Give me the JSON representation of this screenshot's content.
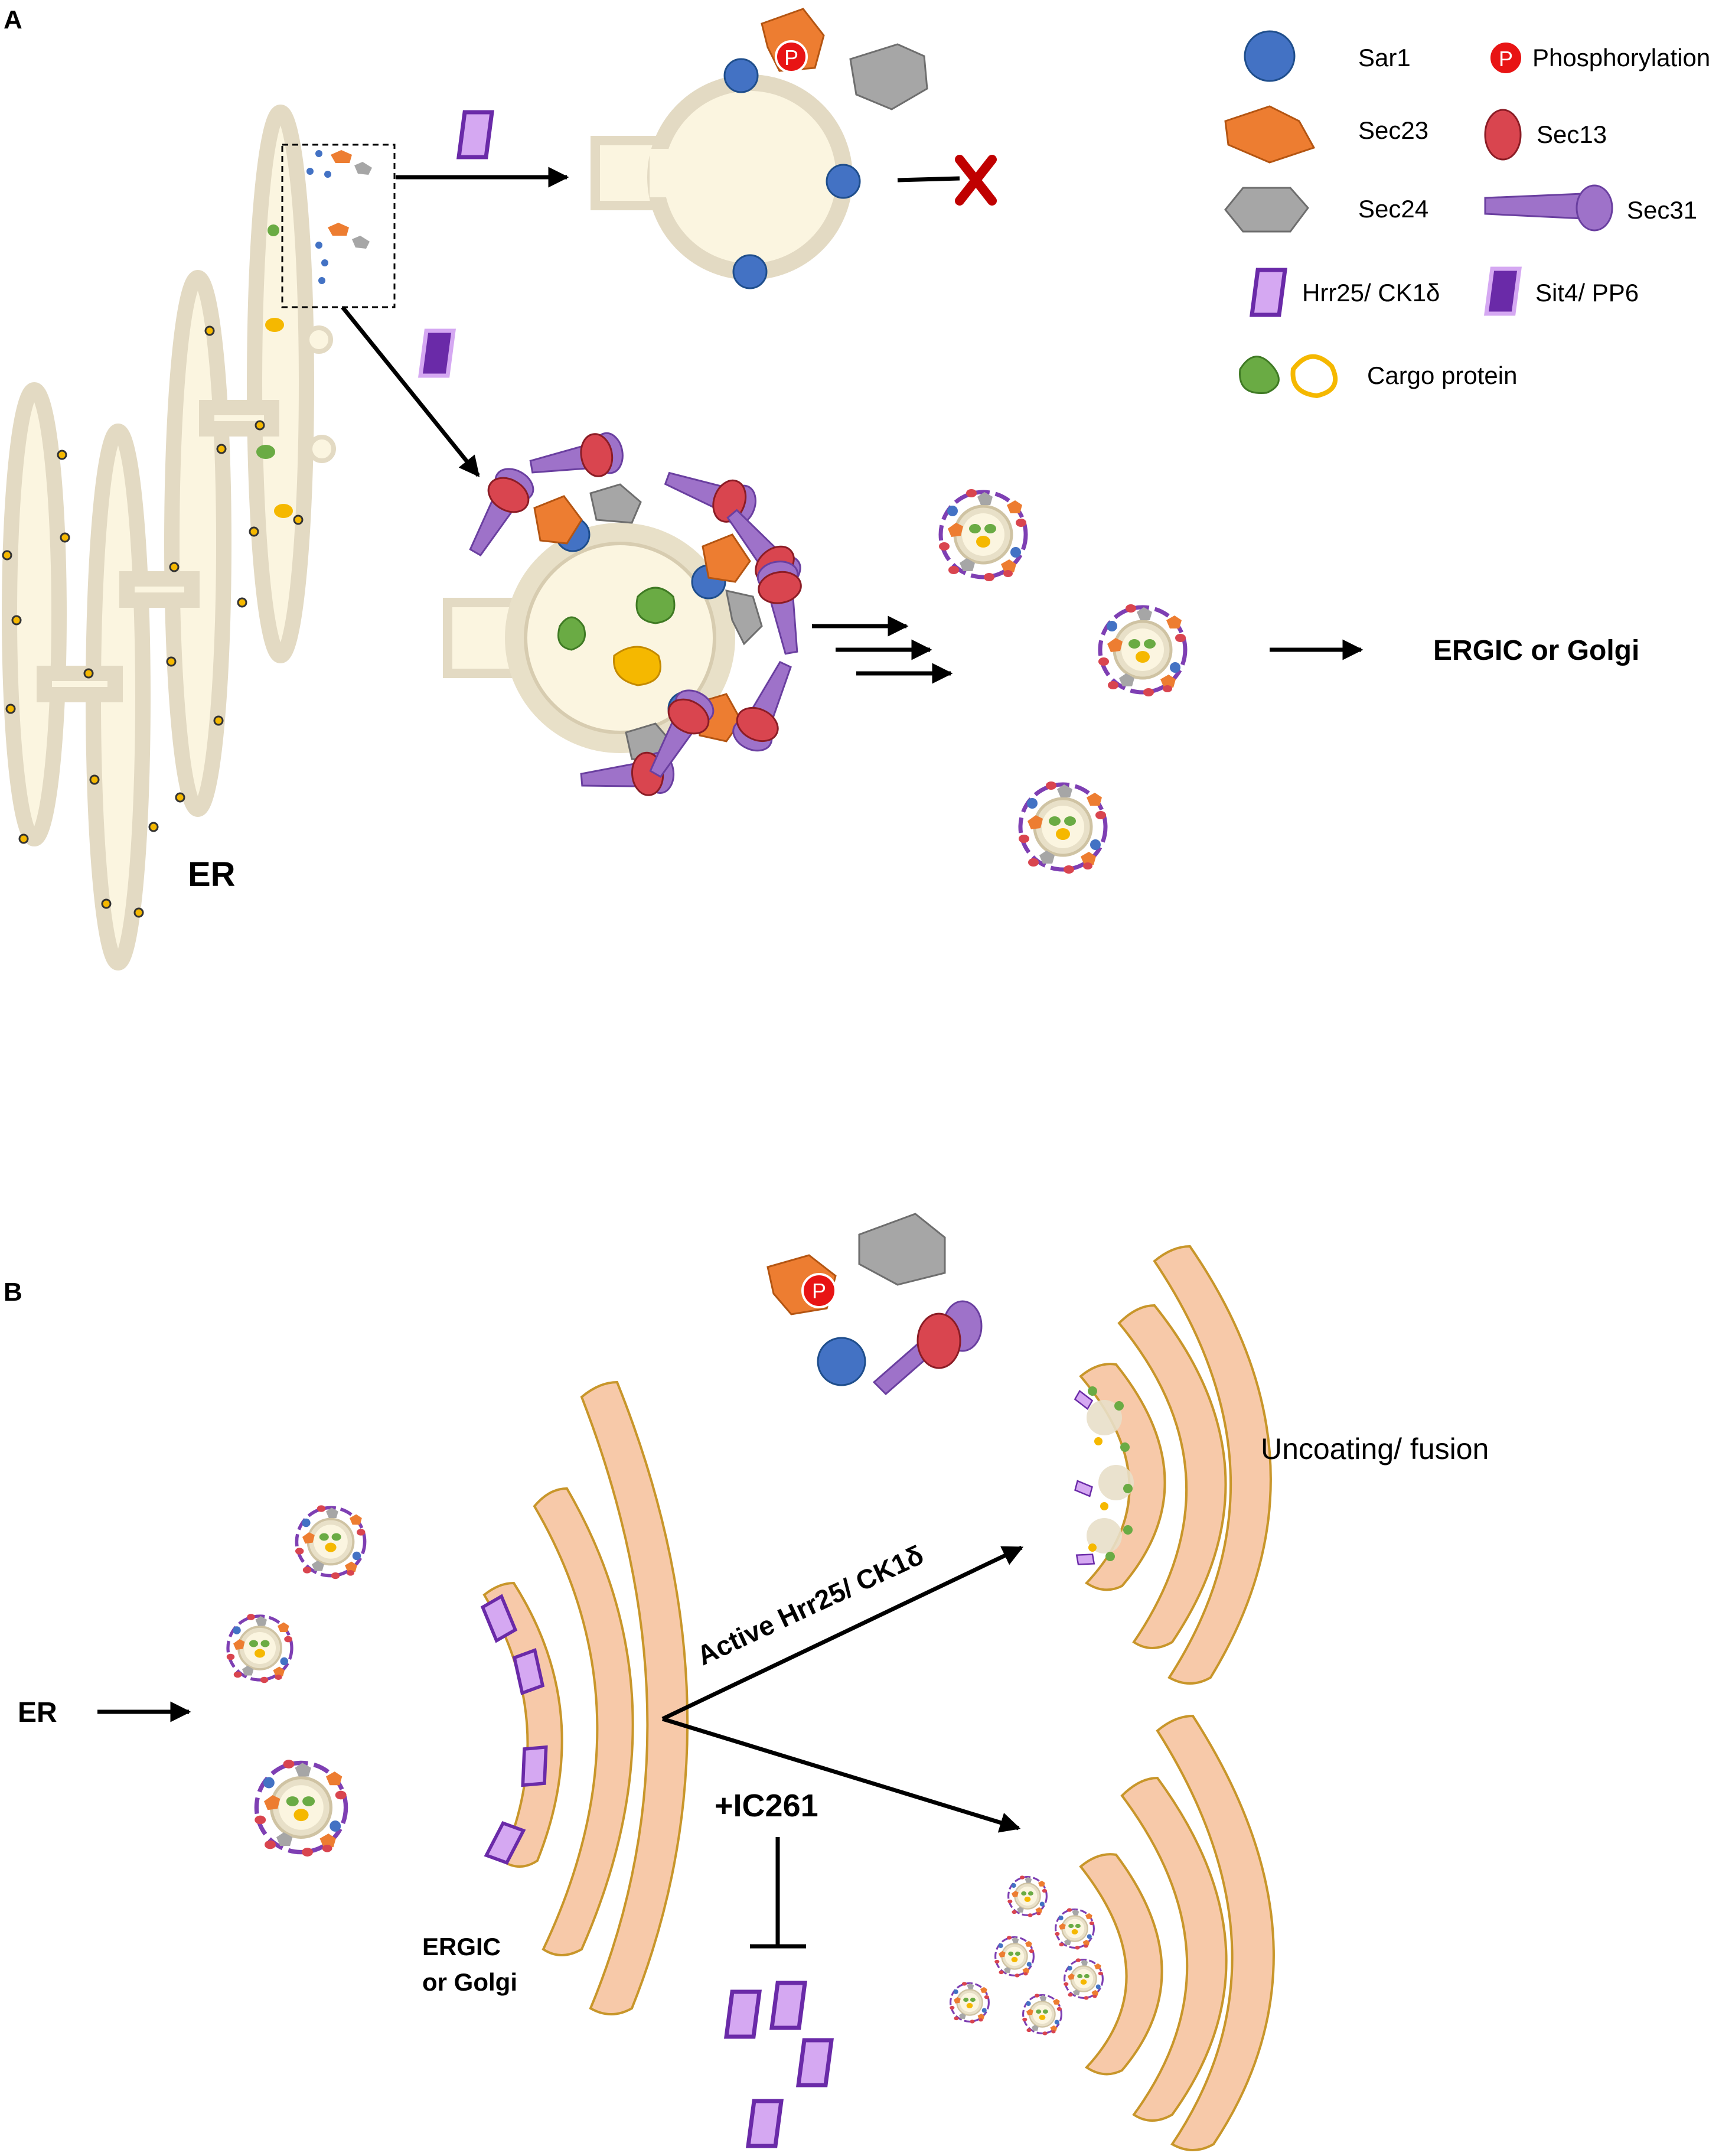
{
  "panel_a": {
    "label": "A",
    "er_label": "ER",
    "destination_label": "ERGIC or Golgi"
  },
  "panel_b": {
    "label": "B",
    "er_label": "ER",
    "compartment_label_line1": "ERGIC",
    "compartment_label_line2": "or Golgi",
    "active_kinase_label": "Active Hrr25/ CK1δ",
    "inhibitor_label": "+IC261",
    "outcome_label": "Uncoating/ fusion"
  },
  "legend": {
    "sar1": "Sar1",
    "phosphorylation": "Phosphorylation",
    "phospho_symbol": "P",
    "sec23": "Sec23",
    "sec13": "Sec13",
    "sec24": "Sec24",
    "sec31": "Sec31",
    "hrr25": "Hrr25/ CK1δ",
    "sit4": "Sit4/ PP6",
    "cargo": "Cargo protein"
  },
  "colors": {
    "er_membrane": "#e3dac3",
    "er_lumen": "#fbf5e0",
    "sar1": "#4372c4",
    "sec23": "#ed7d31",
    "sec24": "#a6a6a6",
    "sec13": "#d9454f",
    "sec31": "#9e72c9",
    "hrr25": "#d5a8f2",
    "sit4": "#6a2aa8",
    "phospho": "#e81414",
    "cargo_green": "#6aab44",
    "cargo_yellow": "#f5b800",
    "golgi": "#f7c9a9",
    "golgi_stroke": "#c8962a",
    "block_x": "#c00000"
  }
}
